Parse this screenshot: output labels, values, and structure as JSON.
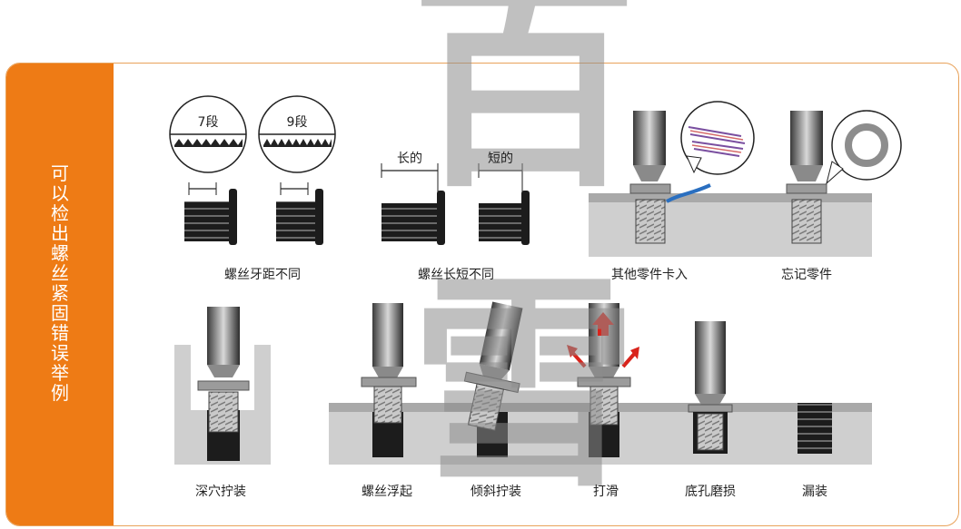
{
  "sidebar": {
    "title": "可以检出螺丝紧固错误举例"
  },
  "pitch_labels": {
    "left": "7段",
    "right": "9段"
  },
  "length_labels": {
    "long": "长的",
    "short": "短的"
  },
  "captions": [
    "螺丝牙距不同",
    "螺丝长短不同",
    "其他零件卡入",
    "忘记零件",
    "深穴拧装",
    "螺丝浮起",
    "倾斜拧装",
    "打滑",
    "底孔磨损",
    "漏装"
  ],
  "watermark": {
    "top": "百",
    "bottom": "雪"
  },
  "colors": {
    "accent": "#ee7b15",
    "border": "#e8a25a",
    "wire": "#2a6fc0",
    "arrow": "#d9241c"
  }
}
